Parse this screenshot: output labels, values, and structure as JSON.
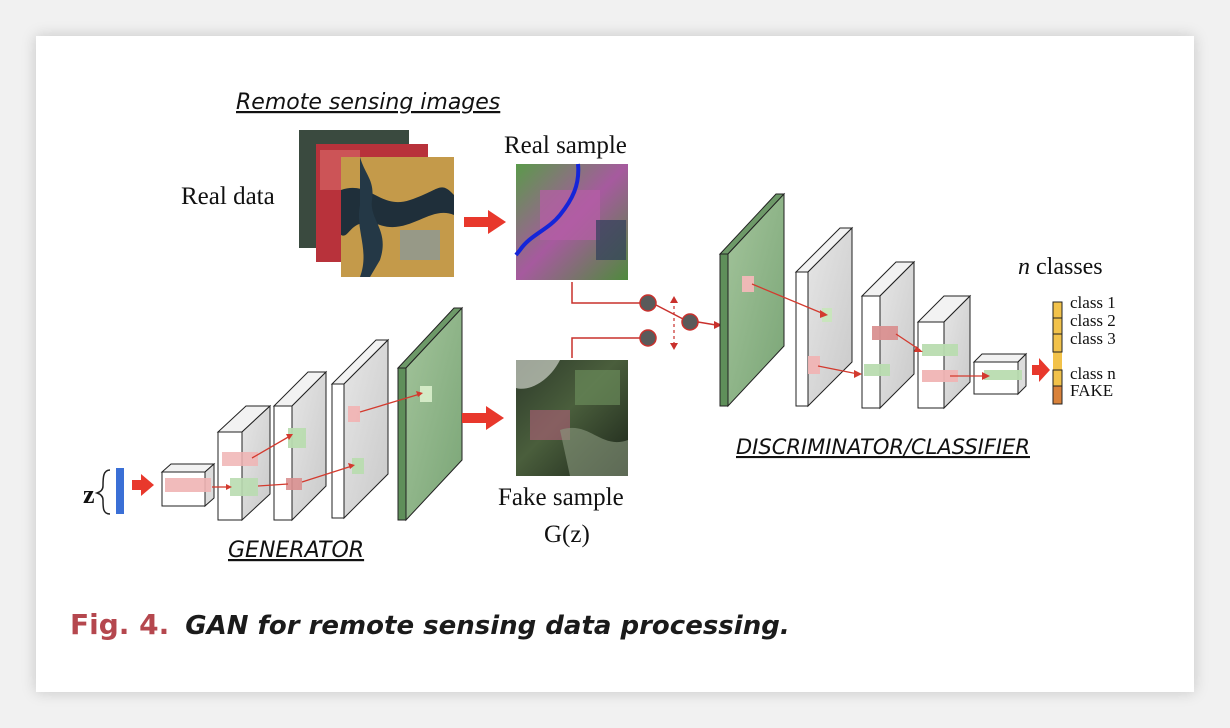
{
  "labels": {
    "remote_sensing_images": "Remote sensing images",
    "real_data": "Real data",
    "real_sample": "Real sample",
    "fake_sample": "Fake sample",
    "gz": "G(z)",
    "z": "z",
    "generator": "GENERATOR",
    "discriminator": "DISCRIMINATOR/CLASSIFIER",
    "n_classes_n": "n",
    "n_classes_rest": " classes"
  },
  "classes": [
    "class 1",
    "class 2",
    "class 3",
    "class n",
    "FAKE"
  ],
  "caption": {
    "figure_number": "Fig. 4.",
    "text": "GAN for remote sensing data processing."
  },
  "colors": {
    "arrow_red": "#e8382c",
    "z_bar_blue": "#3a6fd6",
    "green_layer": "#8db38a",
    "class_yellow": "#f2c24a",
    "fake_orange": "#d9823a",
    "caption_fig": "#b5474e"
  }
}
